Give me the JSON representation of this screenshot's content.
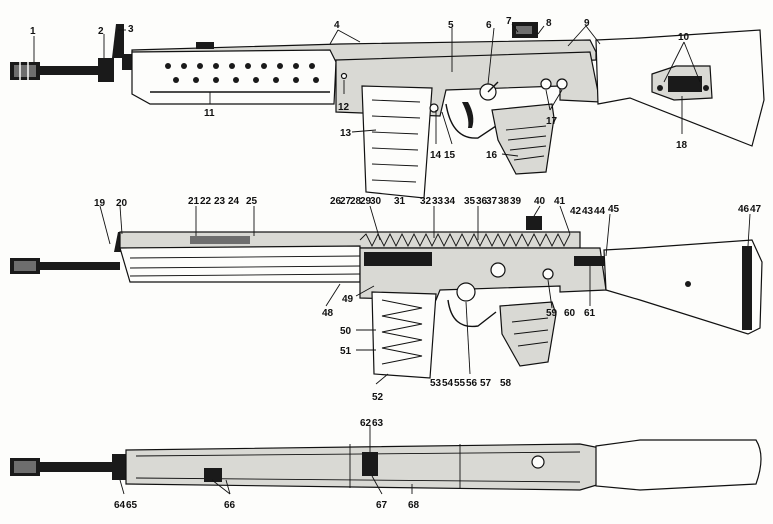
{
  "diagram": {
    "views": [
      {
        "id": "side-view",
        "labels": [
          "1",
          "2",
          "3",
          "4",
          "5",
          "6",
          "7",
          "8",
          "9",
          "10",
          "11",
          "12",
          "13",
          "14",
          "15",
          "16",
          "17",
          "18"
        ]
      },
      {
        "id": "cutaway-view",
        "labels": [
          "19",
          "20",
          "21",
          "22",
          "23",
          "24",
          "25",
          "26",
          "27",
          "28",
          "29",
          "30",
          "31",
          "32",
          "33",
          "34",
          "35",
          "36",
          "37",
          "38",
          "39",
          "40",
          "41",
          "42",
          "43",
          "44",
          "45",
          "46",
          "47",
          "48",
          "49",
          "50",
          "51",
          "52",
          "53",
          "54",
          "55",
          "56",
          "57",
          "58",
          "59",
          "60",
          "61"
        ]
      },
      {
        "id": "top-view",
        "labels": [
          "62",
          "63",
          "64",
          "65",
          "66",
          "67",
          "68"
        ]
      }
    ]
  }
}
